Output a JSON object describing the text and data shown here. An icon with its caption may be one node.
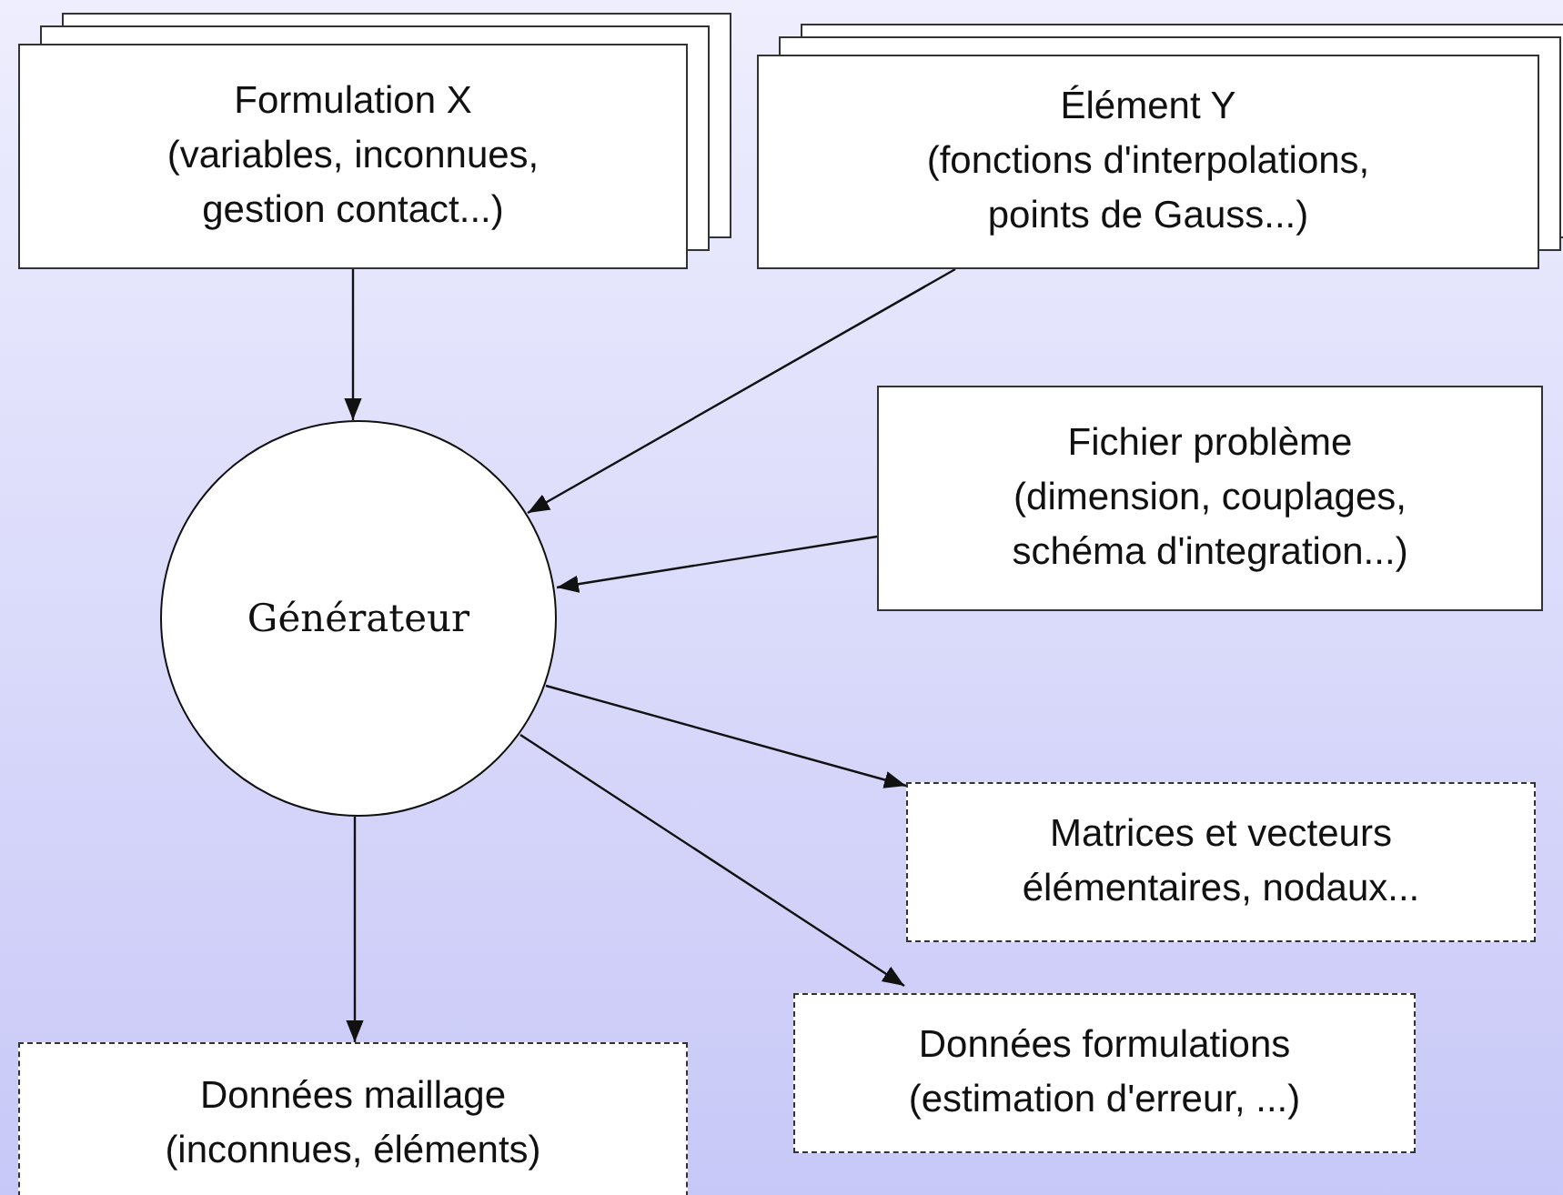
{
  "diagram": {
    "nodes": [
      {
        "text": [
          "Formulation X",
          "(variables, inconnues, gestion contact...)"
        ]
      },
      {
        "text": [
          "Élément Y",
          "(fonctions d'interpolations, points de Gauss...)"
        ]
      },
      {
        "text": [
          "Générateur"
        ]
      },
      {
        "text": [
          "Fichier problème",
          "(dimension, couplages, schéma d'integration...)"
        ]
      },
      {
        "text": [
          "Matrices et vecteurs élémentaires, nodaux..."
        ]
      },
      {
        "text": [
          "Données formulations",
          "(estimation d'erreur, ...)"
        ]
      },
      {
        "text": [
          "Données maillage",
          "(inconnues, éléments)"
        ]
      }
    ],
    "edges": [
      {
        "from": 0,
        "to": 2,
        "arrow": "to"
      },
      {
        "from": 1,
        "to": 2,
        "arrow": "to"
      },
      {
        "from": 3,
        "to": 2,
        "arrow": "to"
      },
      {
        "from": 2,
        "to": 4,
        "arrow": "to"
      },
      {
        "from": 2,
        "to": 5,
        "arrow": "to"
      },
      {
        "from": 2,
        "to": 6,
        "arrow": "to"
      }
    ]
  }
}
